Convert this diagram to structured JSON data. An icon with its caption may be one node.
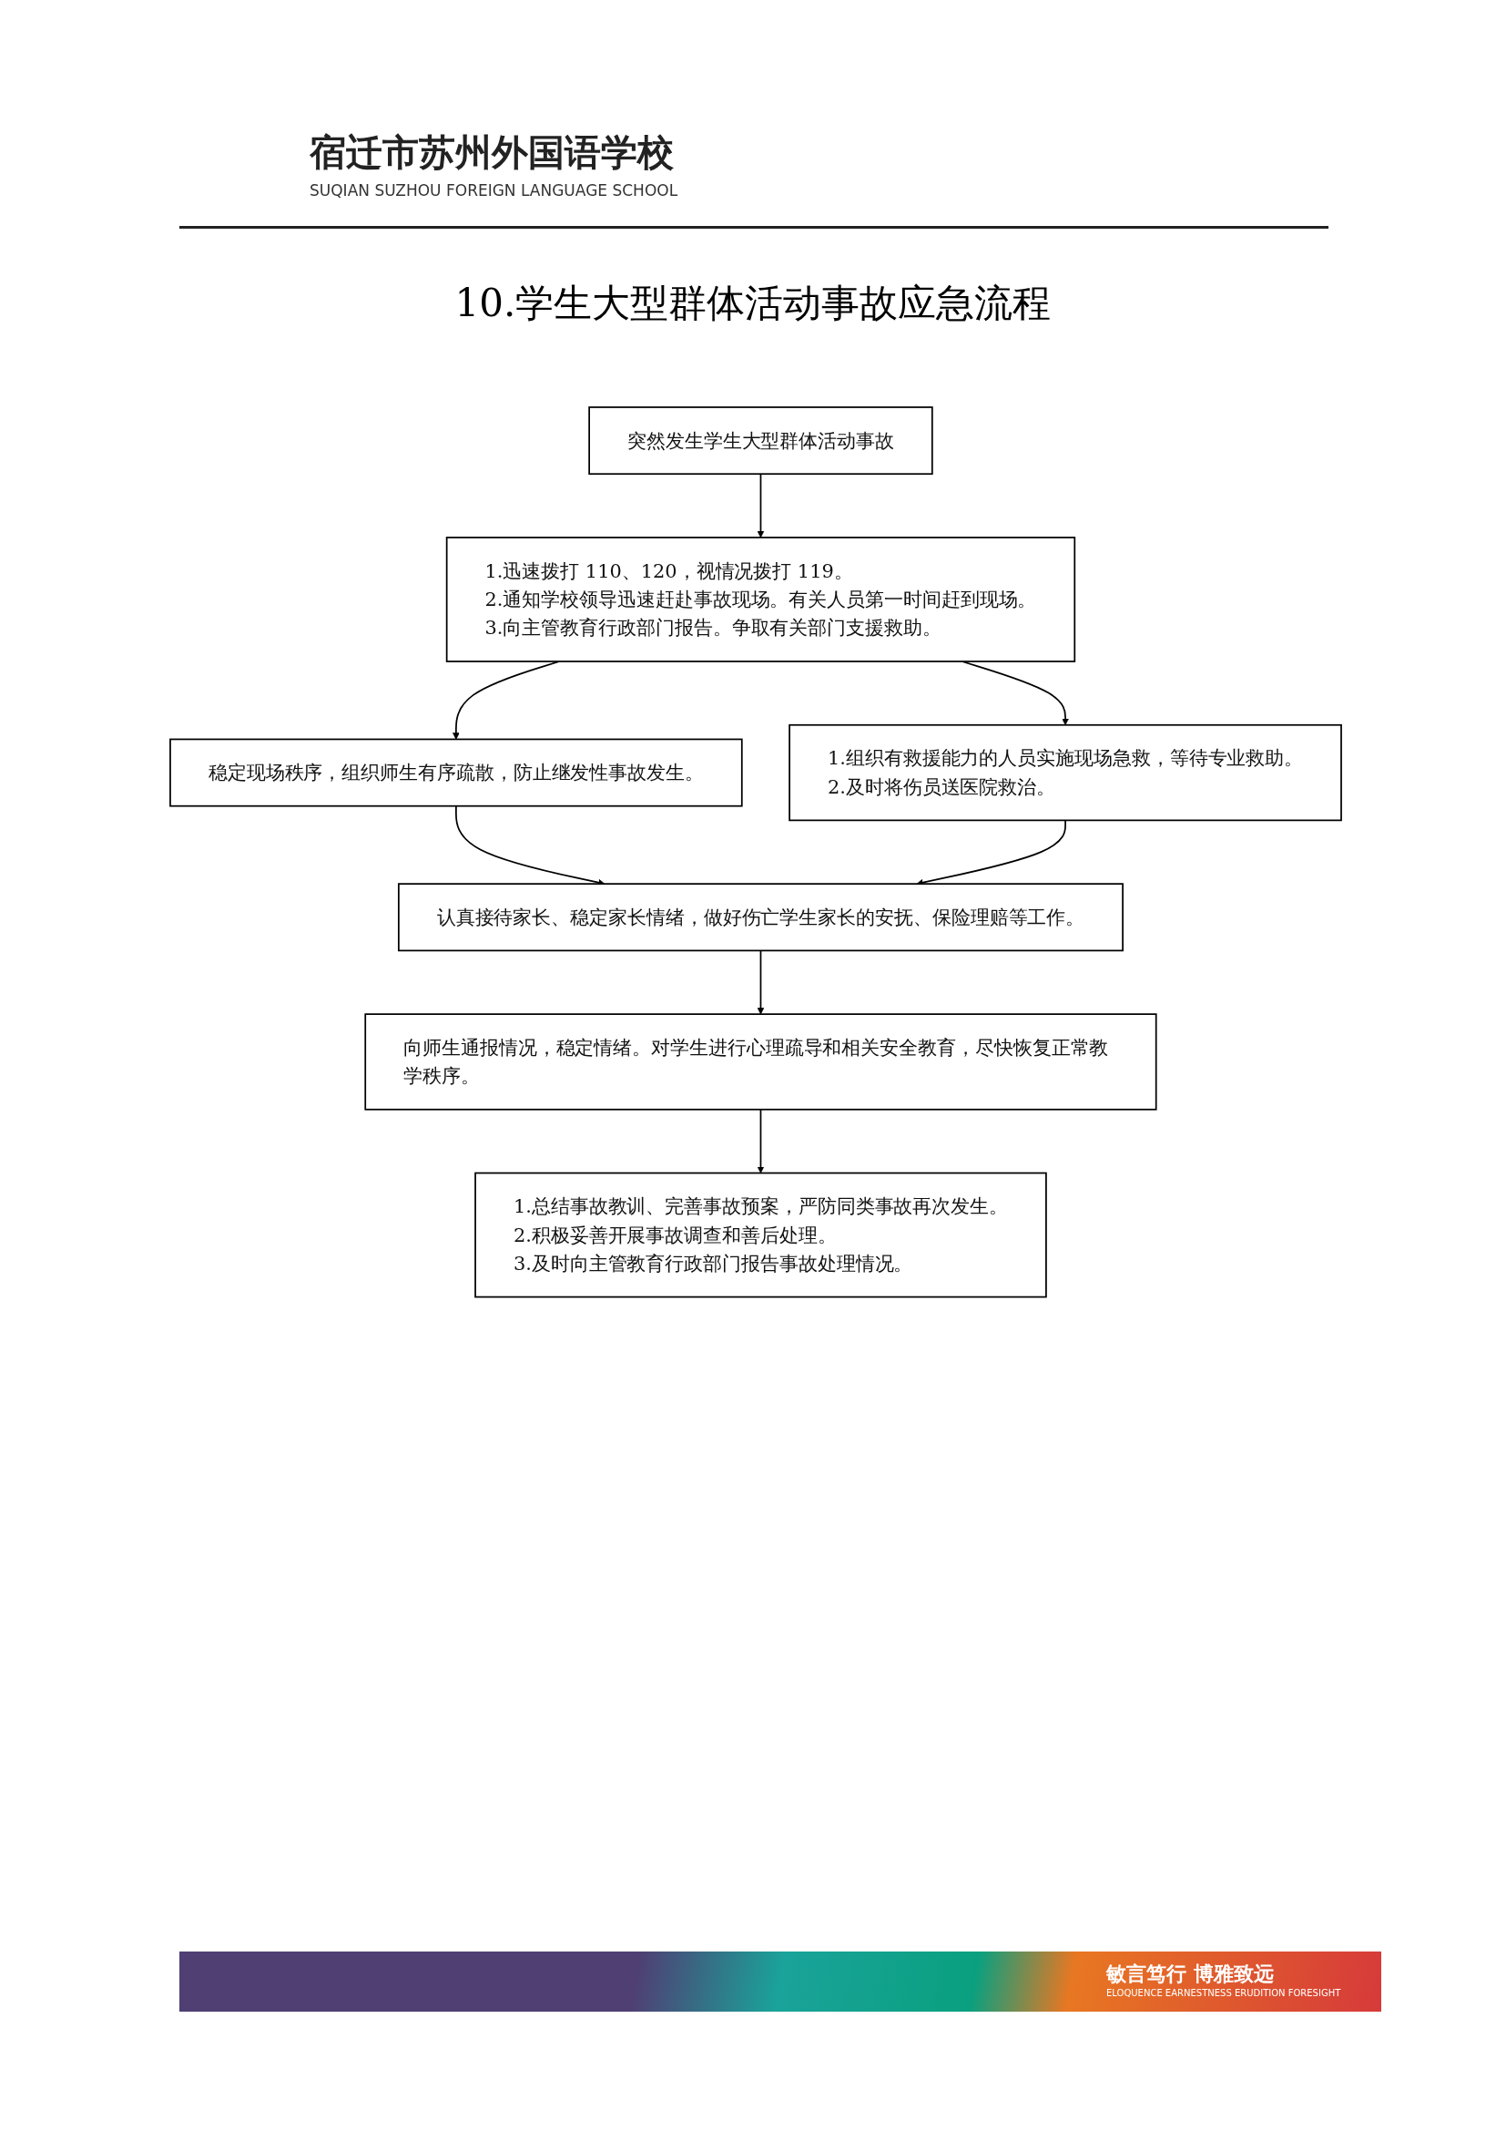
{
  "diagram": {
    "title": "10.学生大型群体活动事故应急流程",
    "nodes": [
      {
        "text": [
          "突然发生学生大型群体活动事故"
        ]
      },
      {
        "text": [
          "1.迅速拨打 110、120，视情况拨打 119。",
          "2.通知学校领导迅速赶赴事故现场。有关人员第一时间赶到现场。",
          "3.向主管教育行政部门报告。争取有关部门支援救助。"
        ]
      },
      {
        "text": [
          "稳定现场秩序，组织师生有序疏散，防止继发性事故发生。"
        ]
      },
      {
        "text": [
          "1.组织有救援能力的人员实施现场急救，等待专业救助。",
          "2.及时将伤员送医院救治。"
        ]
      },
      {
        "text": [
          "认真接待家长、稳定家长情绪，做好伤亡学生家长的安抚、保险理赔等工作。"
        ]
      },
      {
        "text": [
          "向师生通报情况，稳定情绪。对学生进行心理疏导和相关安全教育，尽快恢复正常教学秩序。"
        ]
      },
      {
        "text": [
          "1.总结事故教训、完善事故预案，严防同类事故再次发生。",
          "2.积极妥善开展事故调查和善后处理。",
          "3.及时向主管教育行政部门报告事故处理情况。"
        ]
      }
    ],
    "edges": [
      {
        "from": 0,
        "to": 1,
        "arrow": "to"
      },
      {
        "from": 1,
        "to": 2,
        "arrow": "to"
      },
      {
        "from": 1,
        "to": 3,
        "arrow": "to"
      },
      {
        "from": 2,
        "to": 4,
        "arrow": "to"
      },
      {
        "from": 3,
        "to": 4,
        "arrow": "to"
      },
      {
        "from": 4,
        "to": 5,
        "arrow": "to"
      },
      {
        "from": 5,
        "to": 6,
        "arrow": "to"
      }
    ],
    "labels": [
      "宿迁市苏州外国语学校",
      "SUQIAN SUZHOU FOREIGN LANGUAGE SCHOOL",
      "敏言笃行 博雅致远",
      "ELOQUENCE EARNESTNESS ERUDITION FORESIGHT"
    ]
  }
}
